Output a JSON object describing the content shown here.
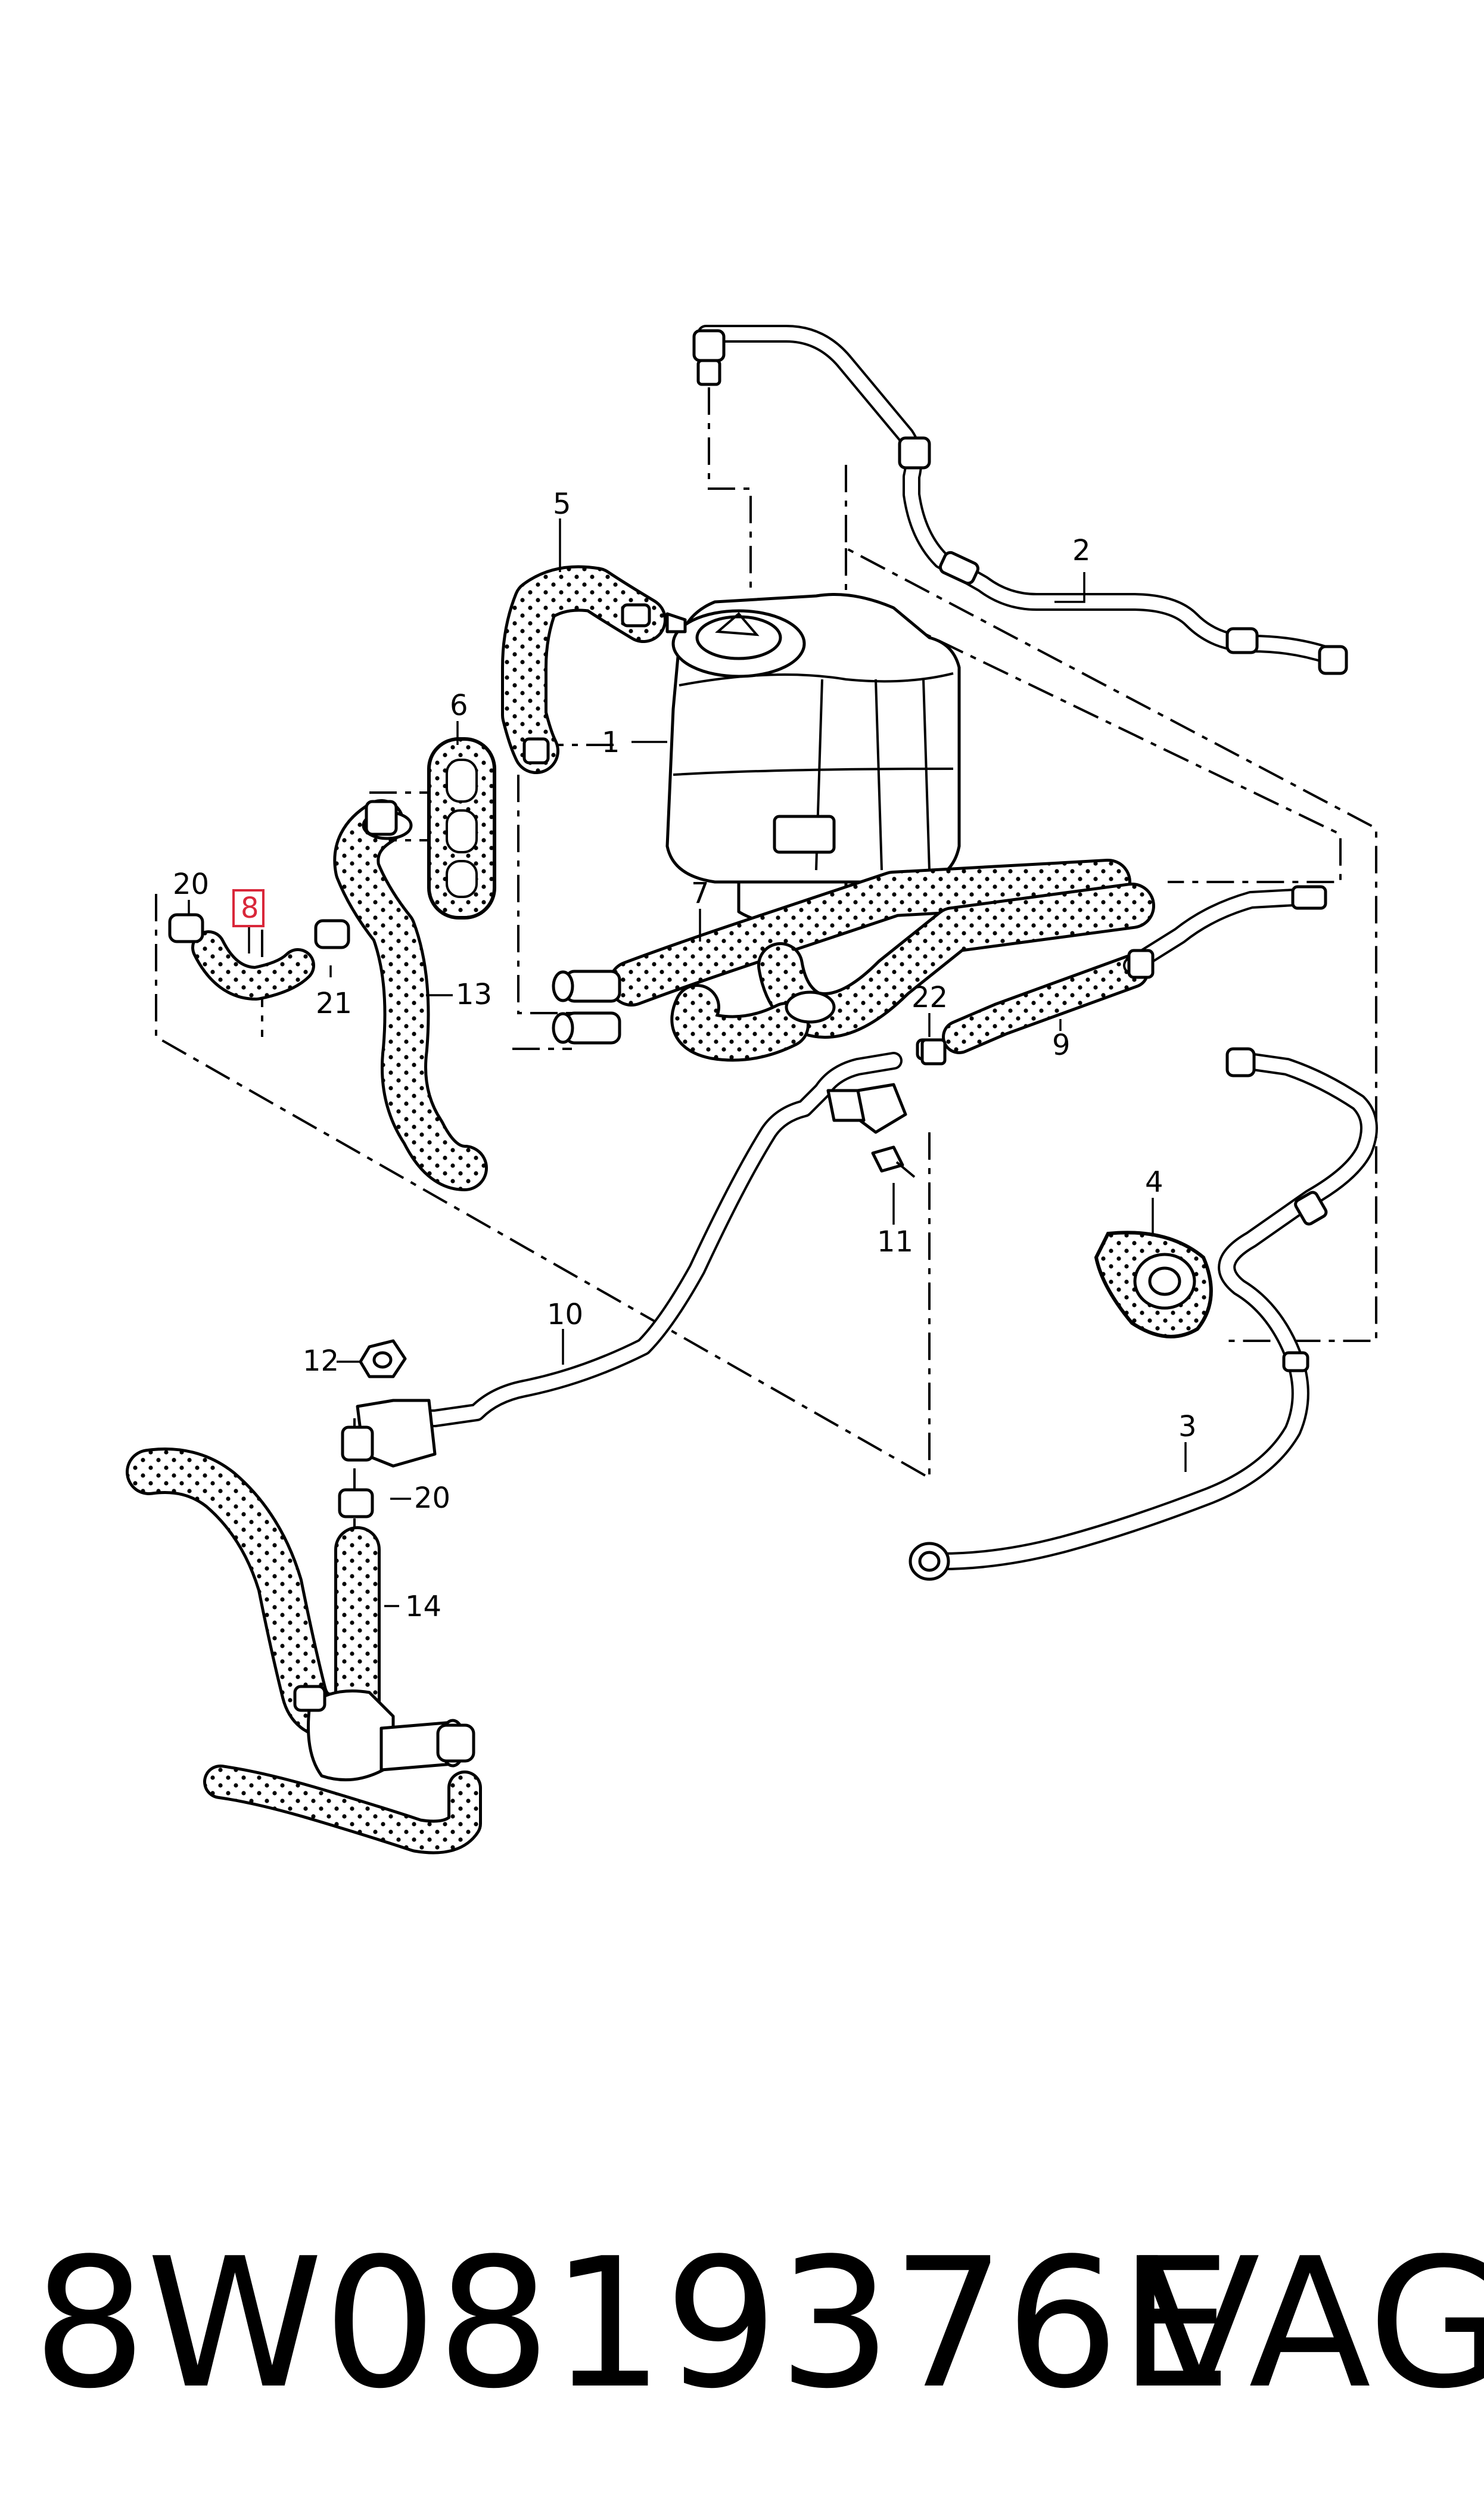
{
  "labels": {
    "l1": "1",
    "l2": "2",
    "l3": "3",
    "l4": "4",
    "l5": "5",
    "l6": "6",
    "l7": "7",
    "l8": "8",
    "l9": "9",
    "l10": "10",
    "l11": "11",
    "l12": "12",
    "l13": "13",
    "l14": "14",
    "l20a": "20",
    "l20b": "20",
    "l21": "21",
    "l22": "22"
  },
  "highlighted_label": "8",
  "colors": {
    "highlight": "#d9273a",
    "ink": "#000000",
    "background": "#ffffff"
  },
  "footer": {
    "part_number": "8W0819376E",
    "brand": "VAG"
  }
}
